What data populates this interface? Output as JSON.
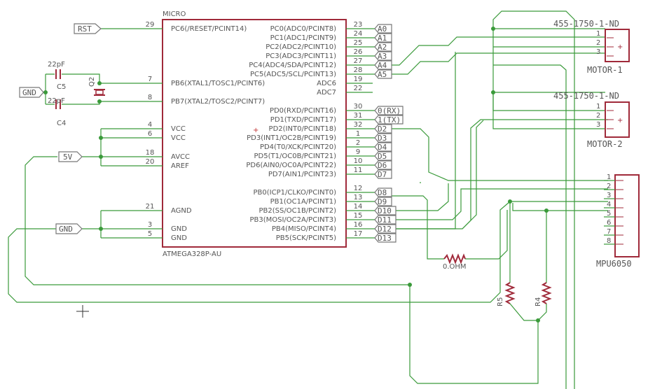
{
  "micro": {
    "ref": "MICRO",
    "value": "ATMEGA328P-AU",
    "left_pins": [
      {
        "num": "29",
        "name": "PC6(/RESET/PCINT14)"
      },
      {
        "num": "7",
        "name": "PB6(XTAL1/TOSC1/PCINT6)"
      },
      {
        "num": "8",
        "name": "PB7(XTAL2/TOSC2/PCINT7)"
      },
      {
        "num": "4",
        "name": "VCC"
      },
      {
        "num": "6",
        "name": "VCC"
      },
      {
        "num": "18",
        "name": "AVCC"
      },
      {
        "num": "20",
        "name": "AREF"
      },
      {
        "num": "21",
        "name": "AGND"
      },
      {
        "num": "3",
        "name": "GND"
      },
      {
        "num": "5",
        "name": "GND"
      }
    ],
    "right_pins": [
      {
        "num": "23",
        "name": "PC0(ADC0/PCINT8)"
      },
      {
        "num": "24",
        "name": "PC1(ADC1/PCINT9)"
      },
      {
        "num": "25",
        "name": "PC2(ADC2/PCINT10)"
      },
      {
        "num": "26",
        "name": "PC3(ADC3/PCINT11)"
      },
      {
        "num": "27",
        "name": "PC4(ADC4/SDA/PCINT12)"
      },
      {
        "num": "28",
        "name": "PC5(ADC5/SCL/PCINT13)"
      },
      {
        "num": "19",
        "name": "ADC6"
      },
      {
        "num": "22",
        "name": "ADC7"
      },
      {
        "num": "30",
        "name": "PD0(RXD/PCINT16)"
      },
      {
        "num": "31",
        "name": "PD1(TXD/PCINT17)"
      },
      {
        "num": "32",
        "name": "PD2(INT0/PCINT18)"
      },
      {
        "num": "1",
        "name": "PD3(INT1/OC2B/PCINT19)"
      },
      {
        "num": "2",
        "name": "PD4(T0/XCK/PCINT20)"
      },
      {
        "num": "9",
        "name": "PD5(T1/OC0B/PCINT21)"
      },
      {
        "num": "10",
        "name": "PD6(AIN0/OC0A/PCINT22)"
      },
      {
        "num": "11",
        "name": "PD7(AIN1/PCINT23)"
      },
      {
        "num": "12",
        "name": "PB0(ICP1/CLKO/PCINT0)"
      },
      {
        "num": "13",
        "name": "PB1(OC1A/PCINT1)"
      },
      {
        "num": "14",
        "name": "PB2(SS/OC1B/PCINT2)"
      },
      {
        "num": "15",
        "name": "PB3(MOSI/OC2A/PCINT3)"
      },
      {
        "num": "16",
        "name": "PB4(MISO/PCINT4)"
      },
      {
        "num": "17",
        "name": "PB5(SCK/PCINT5)"
      }
    ]
  },
  "net_labels": [
    "A0",
    "A1",
    "A2",
    "A3",
    "A4",
    "A5",
    "0(RX)",
    "1(TX)",
    "D2",
    "D3",
    "D4",
    "D5",
    "D6",
    "D7",
    "D8",
    "D9",
    "D10",
    "D11",
    "D12",
    "D13"
  ],
  "power_flags": {
    "rst": "RST",
    "gnd_top": "GND",
    "vcc": "5V",
    "gnd_bottom": "GND"
  },
  "caps": {
    "c5_value": "22pF",
    "c5_ref": "C5",
    "c4_value": "22pF",
    "c4_ref": "C4"
  },
  "crystal_ref": "Q2",
  "resistor0": "0.OHM",
  "r5": "R5",
  "r4": "R4",
  "motor1": {
    "part": "455-1750-1-ND",
    "ref": "MOTOR-1",
    "pins": [
      "1",
      "2",
      "3"
    ]
  },
  "motor2": {
    "part": "455-1750-1-ND",
    "ref": "MOTOR-2",
    "pins": [
      "1",
      "2",
      "3"
    ]
  },
  "mpu": {
    "ref": "MPU6050",
    "pins": [
      "1",
      "2",
      "3",
      "4",
      "5",
      "6",
      "7",
      "8"
    ]
  },
  "colors": {
    "wire": "#3a9a3a",
    "part": "#a02a3a",
    "text": "#555555"
  }
}
